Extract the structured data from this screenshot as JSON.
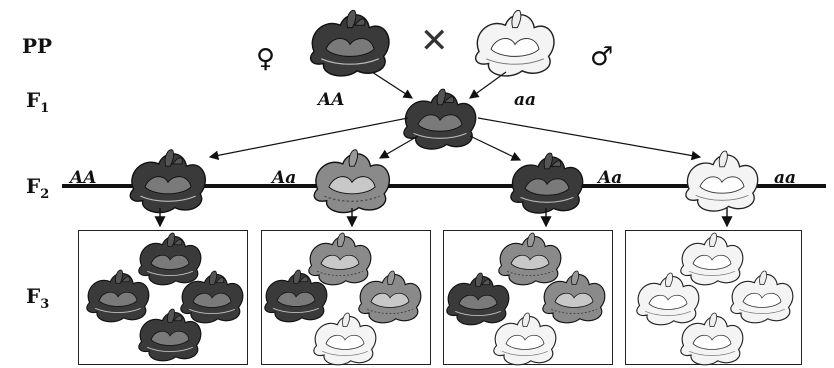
{
  "generations": {
    "pp": "PP",
    "f1": "F",
    "f1_sub": "1",
    "f2": "F",
    "f2_sub": "2",
    "f3": "F",
    "f3_sub": "3"
  },
  "symbols": {
    "female": "♀",
    "male": "♂",
    "cross": "✕"
  },
  "genotypes": {
    "f1_left": "AA",
    "f1_right": "aa",
    "f2_first": "AA",
    "f2_second": "Aa",
    "f2_third": "Aa",
    "f2_fourth": "aa"
  },
  "colors": {
    "ink": "#111111",
    "dark_flower": "#2a2a2a",
    "light_flower": "#f2f2f2"
  }
}
